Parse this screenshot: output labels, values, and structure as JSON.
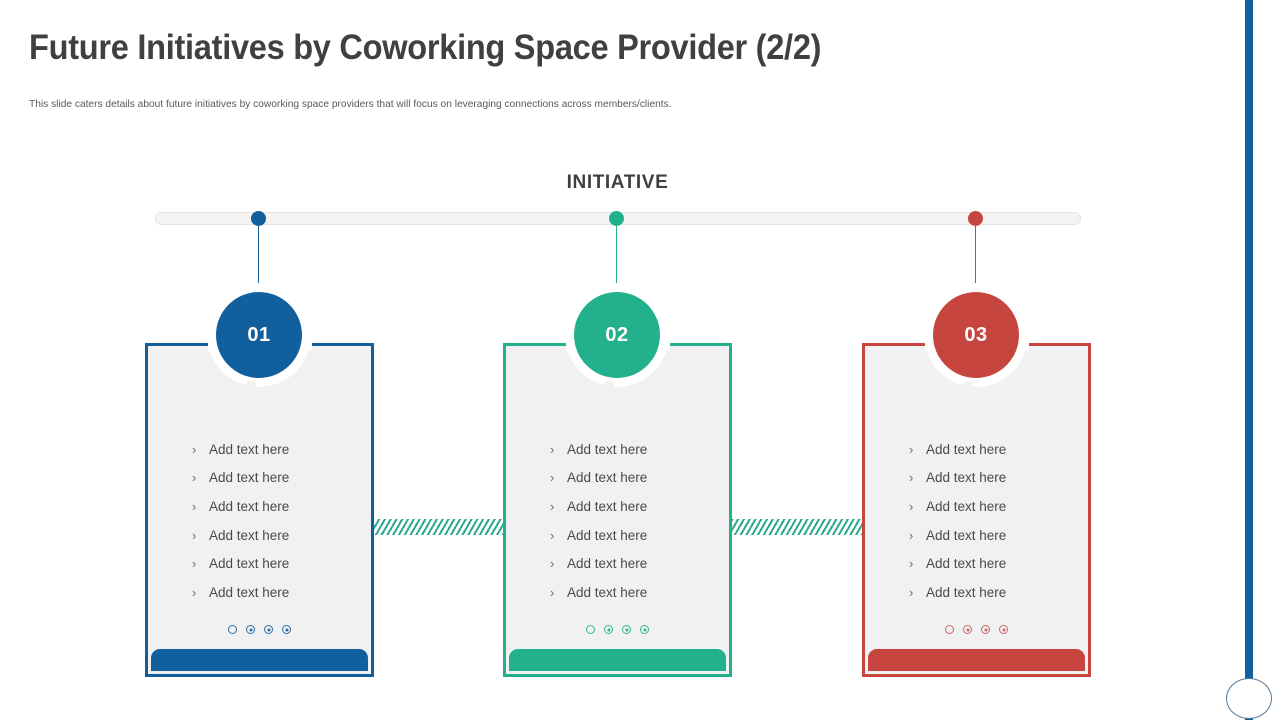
{
  "header": {
    "title": "Future Initiatives by Coworking Space Provider (2/2)",
    "subtitle": "This slide caters details about future initiatives by coworking space providers that will focus on leveraging connections across members/clients."
  },
  "section": {
    "heading": "INITIATIVE"
  },
  "colors": {
    "blue": "#125f9e",
    "green": "#23b08c",
    "red": "#c6453f",
    "rail": "#f4f4f4",
    "card_fill": "#f1f1f1",
    "text": "#4a4a4a",
    "title": "#404040"
  },
  "steps": [
    {
      "number": "01",
      "color": "#125f9e",
      "bullets": [
        "Add text here",
        "Add text here",
        "Add text here",
        "Add text here",
        "Add text here",
        "Add text here"
      ],
      "indicator_dots": 4
    },
    {
      "number": "02",
      "color": "#23b08c",
      "bullets": [
        "Add text here",
        "Add text here",
        "Add text here",
        "Add text here",
        "Add text here",
        "Add text here"
      ],
      "indicator_dots": 4
    },
    {
      "number": "03",
      "color": "#c6453f",
      "bullets": [
        "Add text here",
        "Add text here",
        "Add text here",
        "Add text here",
        "Add text here",
        "Add text here"
      ],
      "indicator_dots": 4
    }
  ],
  "bullet_glyph": "›"
}
